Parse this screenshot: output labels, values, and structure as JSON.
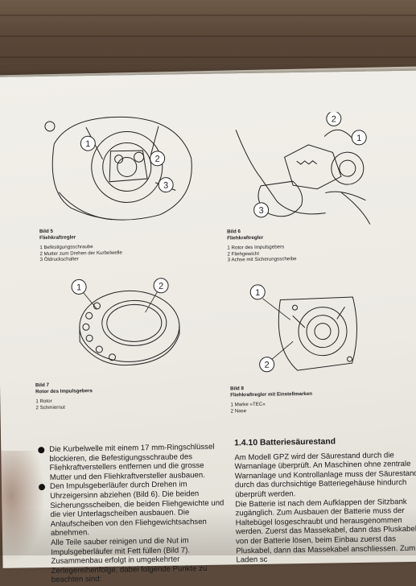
{
  "fig5": {
    "title": "Bild 5",
    "subtitle": "Fliehkraftregler",
    "items": [
      "1 Befestigungsschraube",
      "2 Mutter zum Drehen der Kurbelwelle",
      "3 Öldruckschalter"
    ],
    "callouts": [
      "1",
      "2",
      "3"
    ]
  },
  "fig6": {
    "title": "Bild 6",
    "subtitle": "Fliehkraftregler",
    "items": [
      "1 Rotor des Impulsgebers",
      "2 Fliehgewicht",
      "3 Achse mit Sicherungsscheibe"
    ],
    "callouts": [
      "1",
      "2",
      "3"
    ]
  },
  "fig7": {
    "title": "Bild 7",
    "subtitle": "Rotor des Impulsgebers",
    "items": [
      "1 Rotor",
      "2 Schmiernut"
    ],
    "callouts": [
      "1",
      "2"
    ]
  },
  "fig8": {
    "title": "Bild 8",
    "subtitle": "Fliehkraftregler mit Einstellmarken",
    "items": [
      "1 Marke »TEC«",
      "2 Nase"
    ],
    "callouts": [
      "1",
      "2"
    ]
  },
  "left_col": {
    "bullets": [
      "Die Kurbelwelle mit einem 17 mm-Ringschlüssel blockieren, die Befestigungsschraube des Fliehkraftverstellers entfernen und die grosse Mutter und den Fliehkraftversteller ausbauen.",
      "Den Impulsgeberläufer durch Drehen im Uhrzeigersinn abziehen (Bild 6). Die beiden Sicherungsscheiben, die beiden Fliehgewichte und die vier Unterlagscheiben ausbauen. Die Anlaufscheiben von den Fliehgewichtsachsen abnehmen."
    ],
    "para": "Alle Teile sauber reinigen und die Nut im Impulsgeberläufer mit Fett füllen (Bild 7). Zusammenbau erfolgt in umgekehrter Zerlegereihenfolge, dabei folgende Punkte zu beachten sind:"
  },
  "right_col": {
    "heading": "1.4.10  Batteriesäurestand",
    "para1": "Am Modell GPZ wird der Säurestand durch die Warnanlage überprüft. An Maschinen ohne zentrale Warnanlage und Kontrollanlage muss der Säurestand durch das durchsichtige Batteriegehäuse hindurch überprüft werden.",
    "para2": "Die Batterie ist nach dem Aufklappen der Sitzbank zugänglich. Zum Ausbauen der Batterie muss der Haltebügel losgeschraubt und herausgenommen werden. Zuerst das Massekabel, dann das Pluskabel von der Batterie lösen, beim Einbau zuerst das Pluskabel, dann das Massekabel anschliessen. Zum Laden sc"
  }
}
